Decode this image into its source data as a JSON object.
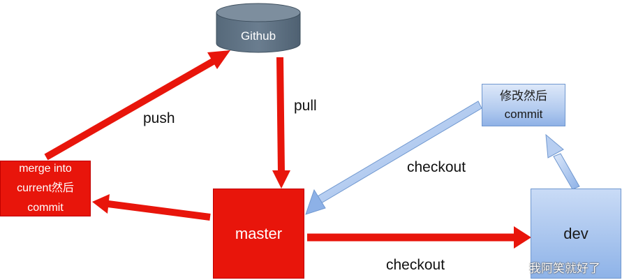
{
  "nodes": {
    "github": "Github",
    "merge": [
      "merge into",
      "current然后",
      "commit"
    ],
    "master": "master",
    "dev": "dev",
    "modify": [
      "修改然后",
      "commit"
    ]
  },
  "edges": {
    "push": "push",
    "pull": "pull",
    "checkout_dev_to_master": "checkout",
    "checkout_master_to_dev": "checkout"
  },
  "watermark": "我阿笑就好了",
  "colors": {
    "red": "#e8150b",
    "blue_light": "#c9dbf6",
    "blue_dark": "#8eb3e8",
    "database": "#5f7080"
  }
}
